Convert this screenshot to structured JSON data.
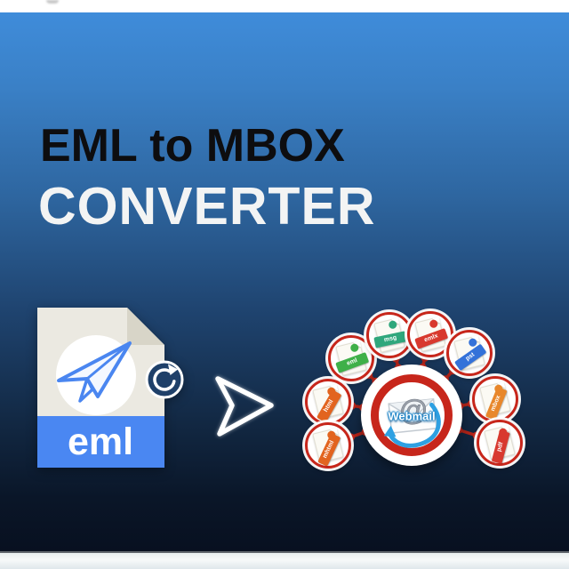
{
  "banner": {
    "title_line1": "EML to MBOX",
    "title_line2": "CONVERTER"
  },
  "source_file": {
    "extension": "eml"
  },
  "hub": {
    "label": "Webmail",
    "at_symbol": "@"
  },
  "satellites": [
    {
      "label": "eml",
      "color": "#3fb049"
    },
    {
      "label": "msg",
      "color": "#2fa77c"
    },
    {
      "label": "emlx",
      "color": "#d8392e"
    },
    {
      "label": "pst",
      "color": "#3472d9"
    },
    {
      "label": "mbox",
      "color": "#e8872b"
    },
    {
      "label": "pdf",
      "color": "#d8392e"
    },
    {
      "label": "html",
      "color": "#e2641f"
    },
    {
      "label": "mhtml",
      "color": "#e2641f"
    }
  ],
  "colors": {
    "banner_top": "#3f8cda",
    "banner_bottom": "#081020",
    "accent_red": "#c7261b",
    "connector_red": "#b02318",
    "file_band_blue": "#4a87f2",
    "badge_navy": "#1f4069",
    "title_dark": "#0d0d0f",
    "title_light": "#f3f4f4"
  }
}
